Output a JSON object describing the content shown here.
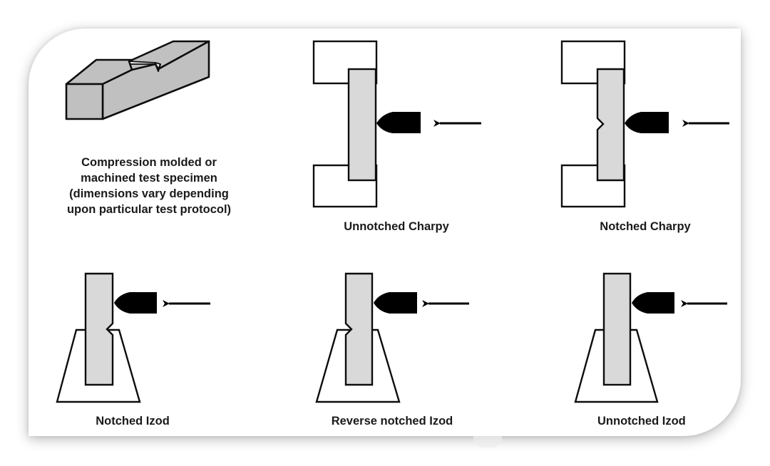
{
  "specimen": {
    "caption_lines": [
      "Compression molded or",
      "machined test specimen",
      "(dimensions vary depending",
      "upon particular test protocol)"
    ]
  },
  "configurations": [
    {
      "id": "unnotched-charpy",
      "label": "Unnotched Charpy",
      "test": "Charpy",
      "notch": "none"
    },
    {
      "id": "notched-charpy",
      "label": "Notched Charpy",
      "test": "Charpy",
      "notch": "back"
    },
    {
      "id": "notched-izod",
      "label": "Notched Izod",
      "test": "Izod",
      "notch": "impact-side"
    },
    {
      "id": "reverse-notched-izod",
      "label": "Reverse notched Izod",
      "test": "Izod",
      "notch": "reverse"
    },
    {
      "id": "unnotched-izod",
      "label": "Unnotched Izod",
      "test": "Izod",
      "notch": "none"
    }
  ],
  "colors": {
    "specimen_fill": "#d9d9d9",
    "bar_fill": "#c0c0c0",
    "outline": "#0d0d0d",
    "striker": "#000000",
    "text": "#1a1a1a"
  },
  "icons": {
    "striker": "striker-icon",
    "impact_arrow": "arrow-left-icon"
  }
}
